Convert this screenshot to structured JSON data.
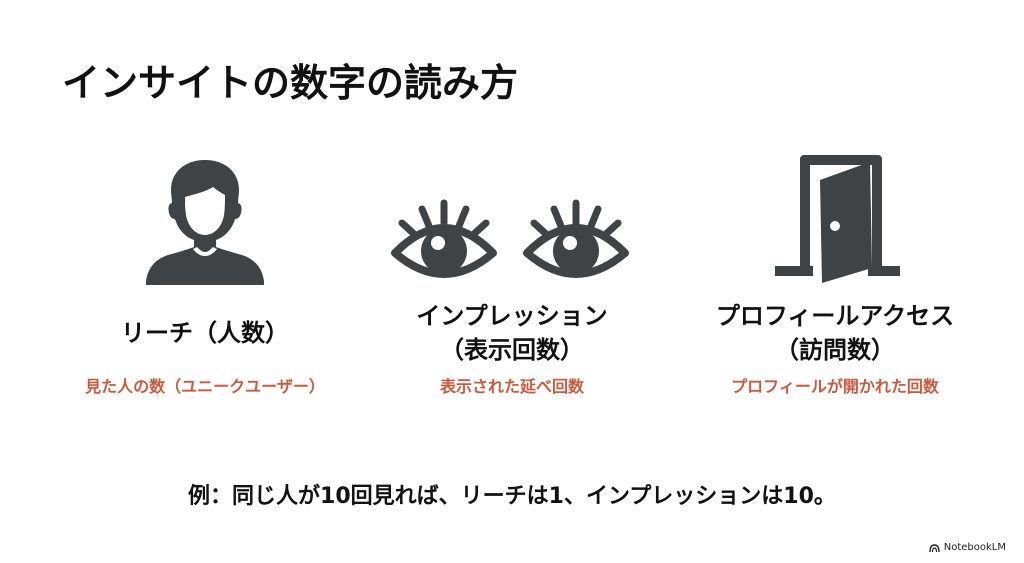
{
  "slide": {
    "title": "インサイトの数字の読み方",
    "columns": [
      {
        "icon": "person-icon",
        "label_line1": "リーチ（人数）",
        "label_line2": "",
        "description": "見た人の数（ユニークユーザー）"
      },
      {
        "icon": "eyes-icon",
        "label_line1": "インプレッション",
        "label_line2": "（表示回数）",
        "description": "表示された延べ回数"
      },
      {
        "icon": "open-door-icon",
        "label_line1": "プロフィールアクセス",
        "label_line2": "（訪問数）",
        "description": "プロフィールが開かれた回数"
      }
    ],
    "example": "例：同じ人が10回見れば、リーチは1、インプレッションは10。",
    "brand": "NotebookLM"
  },
  "colors": {
    "icon": "#404345",
    "accent": "#d0583a",
    "text": "#111111",
    "background": "#ffffff"
  }
}
